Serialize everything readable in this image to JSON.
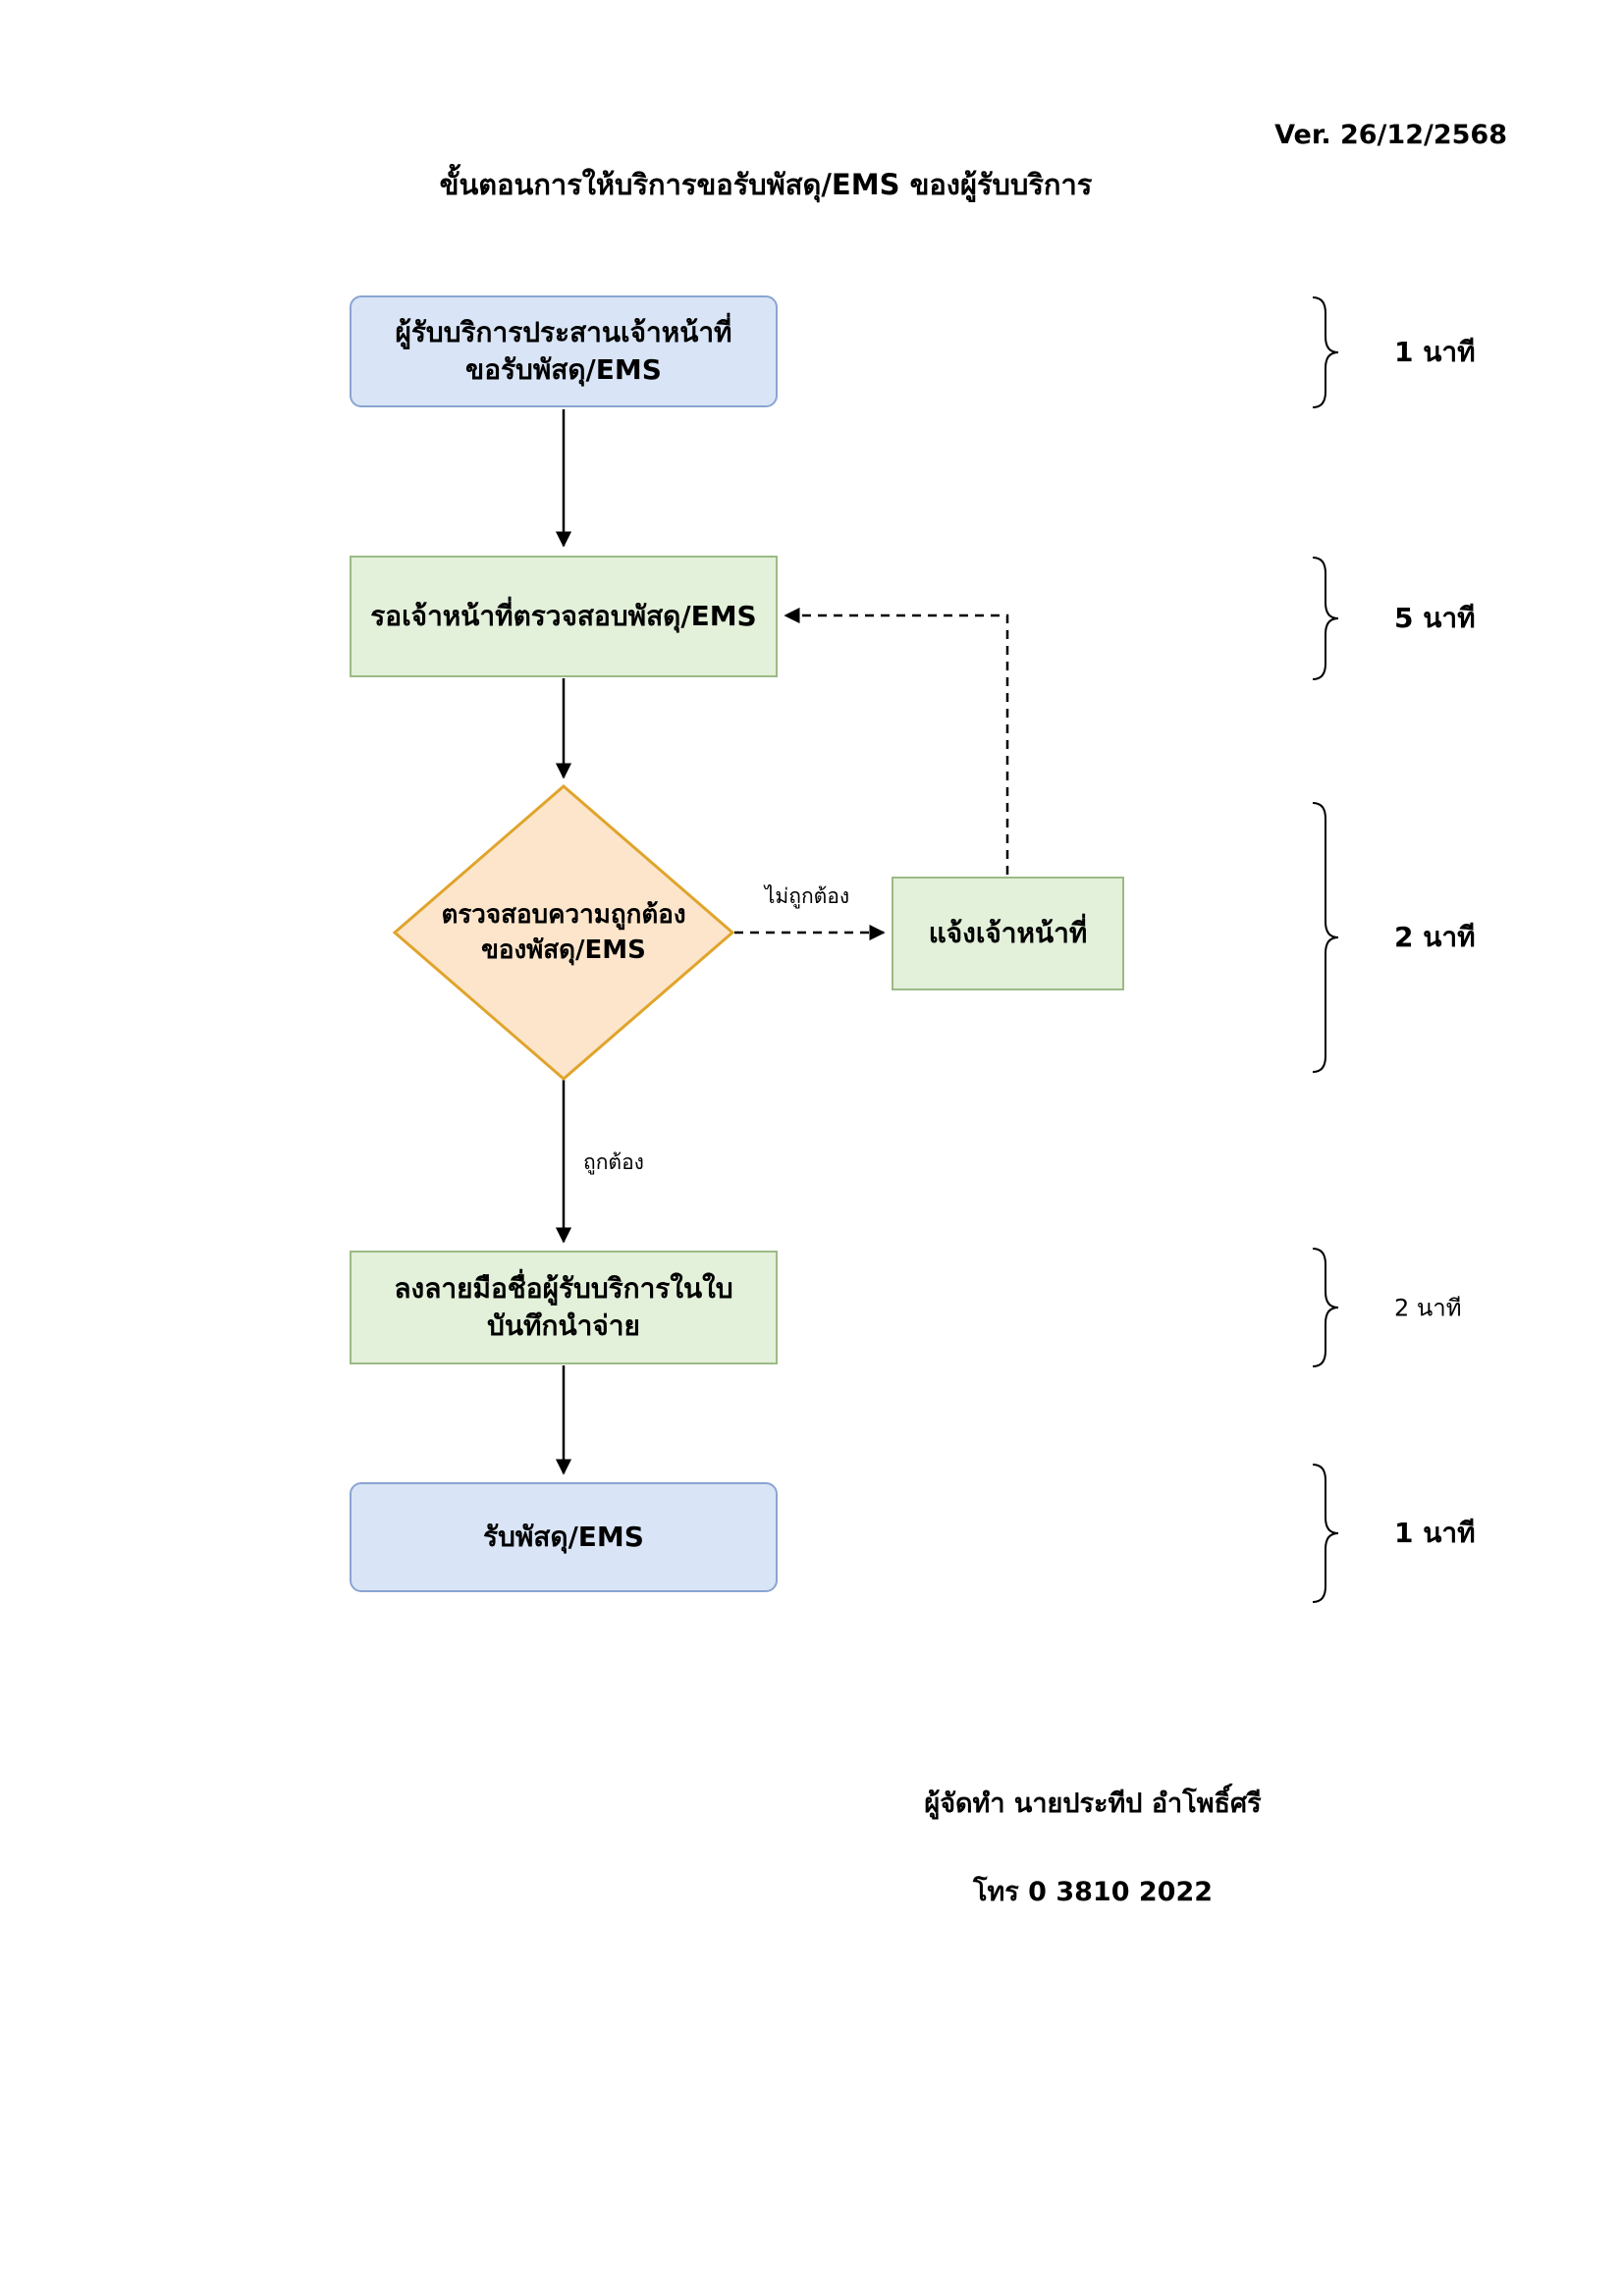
{
  "version": "Ver. 26/12/2568",
  "title": "ขั้นตอนการให้บริการขอรับพัสดุ/EMS ของผู้รับบริการ",
  "nodes": {
    "start": {
      "label": "ผู้รับบริการประสานเจ้าหน้าที่\nขอรับพัสดุ/EMS",
      "type": "start-end"
    },
    "wait": {
      "label": "รอเจ้าหน้าที่ตรวจสอบพัสดุ/EMS",
      "type": "process"
    },
    "check": {
      "label": "ตรวจสอบความถูกต้อง\nของพัสดุ/EMS",
      "type": "decision"
    },
    "notify": {
      "label": "แจ้งเจ้าหน้าที่",
      "type": "process"
    },
    "sign": {
      "label": "ลงลายมือชื่อผู้รับบริการในใบ\nบันทึกนำจ่าย",
      "type": "process"
    },
    "receive": {
      "label": "รับพัสดุ/EMS",
      "type": "start-end"
    }
  },
  "edge_labels": {
    "incorrect": "ไม่ถูกต้อง",
    "correct": "ถูกต้อง"
  },
  "durations": [
    "1 นาที",
    "5 นาที",
    "2 นาที",
    "2 นาที",
    "1 นาที"
  ],
  "footer": {
    "author": "ผู้จัดทำ นายประทีป อำโพธิ์ศรี",
    "phone": "โทร 0 3810 2022"
  },
  "colors": {
    "start_end_fill": "#d9e5f6",
    "start_end_border": "#89a5d1",
    "process_fill": "#e3f0da",
    "process_border": "#9cba85",
    "decision_fill": "#fce5cb",
    "decision_border": "#e0a42b",
    "connector": "#000000"
  }
}
